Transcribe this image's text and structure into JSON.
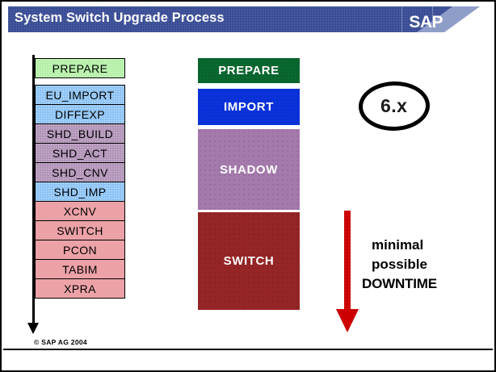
{
  "header": {
    "title": "System Switch Upgrade Process",
    "logo_text": "SAP"
  },
  "left_column": {
    "prepare": {
      "label": "PREPARE",
      "color": "#b5f0a8"
    },
    "phases": [
      {
        "label": "EU_IMPORT",
        "group": "blue",
        "color": "#8fc4f5"
      },
      {
        "label": "DIFFEXP",
        "group": "blue",
        "color": "#8fc4f5"
      },
      {
        "label": "SHD_BUILD",
        "group": "purple",
        "color": "#b396b9"
      },
      {
        "label": "SHD_ACT",
        "group": "purple",
        "color": "#b396b9"
      },
      {
        "label": "SHD_CNV",
        "group": "purple",
        "color": "#b396b9"
      },
      {
        "label": "SHD_IMP",
        "group": "blue",
        "color": "#8fc4f5"
      },
      {
        "label": "XCNV",
        "group": "red",
        "color": "#e06a72"
      },
      {
        "label": "SWITCH",
        "group": "red",
        "color": "#e06a72"
      },
      {
        "label": "PCON",
        "group": "red",
        "color": "#e06a72"
      },
      {
        "label": "TABIM",
        "group": "red",
        "color": "#e06a72"
      },
      {
        "label": "XPRA",
        "group": "red",
        "color": "#e06a72"
      }
    ]
  },
  "right_column": {
    "blocks": [
      {
        "label": "PREPARE",
        "color": "#09682f"
      },
      {
        "label": "IMPORT",
        "color": "#0a33dd"
      },
      {
        "label": "SHADOW",
        "color": "#a479ac"
      },
      {
        "label": "SWITCH",
        "color": "#952526"
      }
    ]
  },
  "version_bubble": {
    "label": "6.x"
  },
  "downtime": {
    "line1": "minimal",
    "line2": "possible",
    "line3": "DOWNTIME",
    "arrow_color": "#cc0000"
  },
  "footer": {
    "copyright": "©  SAP AG 2004"
  }
}
